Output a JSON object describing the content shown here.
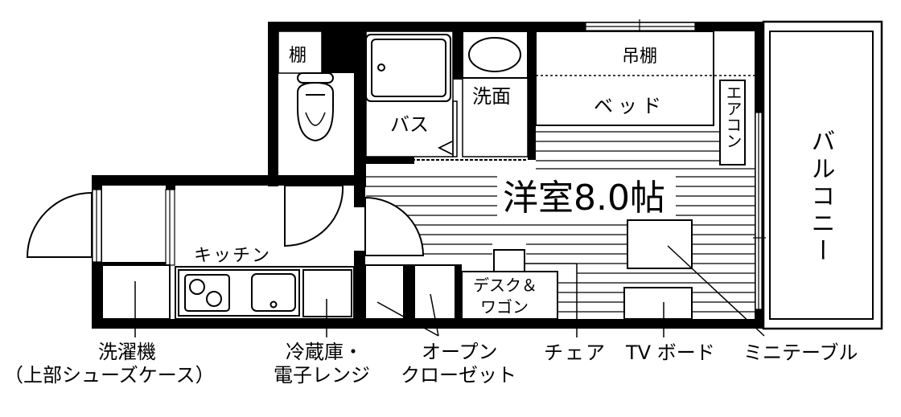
{
  "rooms": {
    "main": "洋室8.0帖",
    "balcony": "バルコニー",
    "kitchen": "キッチン",
    "bath": "バス",
    "washbasin": "洗面",
    "shelf": "棚",
    "upper_shelf": "吊棚",
    "bed": "ベッド",
    "aircon": "エアコン"
  },
  "furniture": {
    "desk_line1": "デスク＆",
    "desk_line2": "ワゴン"
  },
  "callouts": {
    "washer_line1": "洗濯機",
    "washer_line2": "（上部シューズケース）",
    "fridge_line1": "冷蔵庫・",
    "fridge_line2": "電子レンジ",
    "closet_line1": "オープン",
    "closet_line2": "クローゼット",
    "chair": "チェア",
    "tv_board": "TV ボード",
    "mini_table": "ミニテーブル"
  }
}
